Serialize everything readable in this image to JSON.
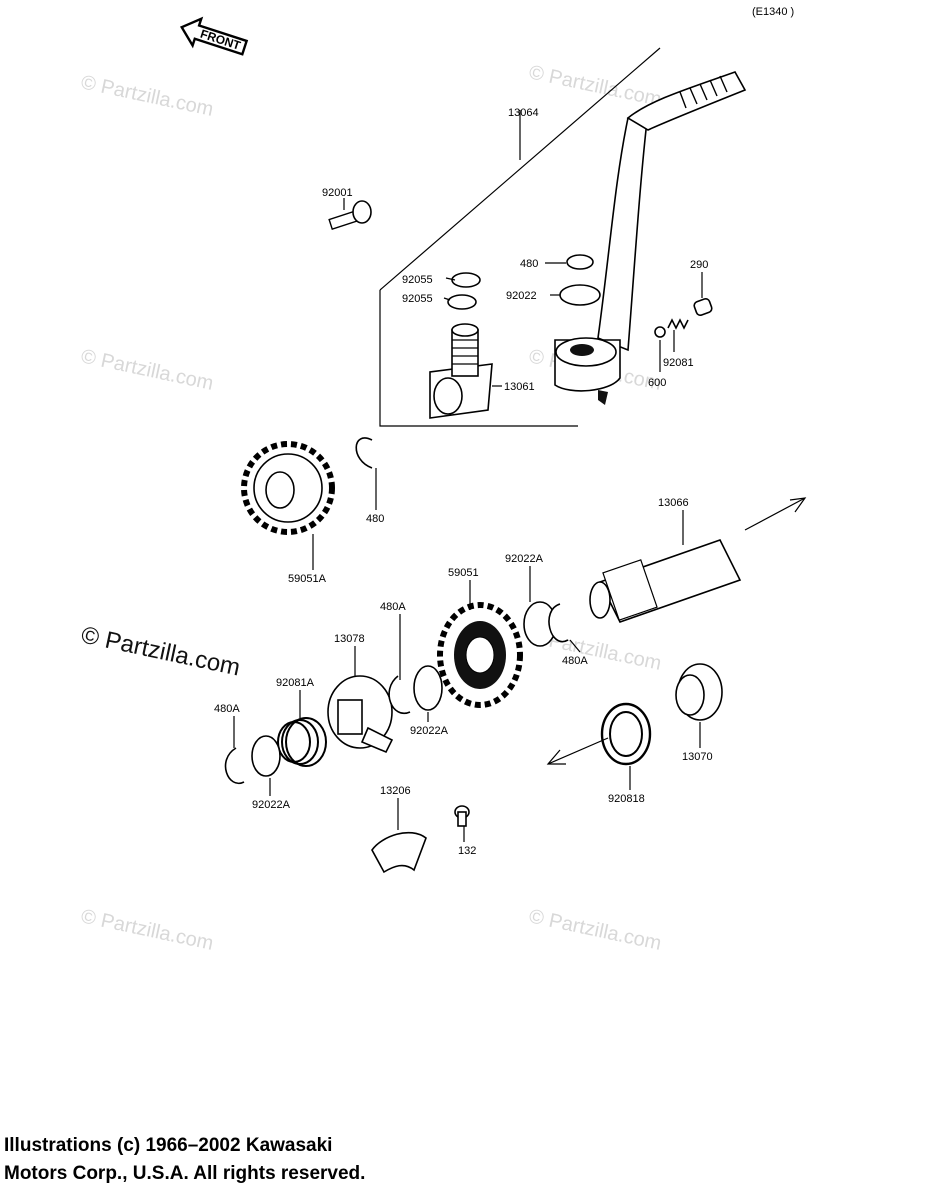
{
  "diagram": {
    "ref_code": "(E1340 )",
    "front_label": "FRONT",
    "watermark": "© Partzilla.com",
    "parts": {
      "p13064": "13064",
      "p92001": "92001",
      "p92055a": "92055",
      "p92055b": "92055",
      "p480top": "480",
      "p92022": "92022",
      "p290": "290",
      "p92081": "92081",
      "p600": "600",
      "p13061": "13061",
      "p480": "480",
      "p59051A": "59051A",
      "p13066": "13066",
      "p92022A_top": "92022A",
      "p59051": "59051",
      "p480A_top": "480A",
      "p480A_right": "480A",
      "p13078": "13078",
      "p92081A": "92081A",
      "p480A_left": "480A",
      "p92022A_mid": "92022A",
      "p92022A_left": "92022A",
      "p13070": "13070",
      "p920818": "920818",
      "p13206": "13206",
      "p132": "132"
    }
  },
  "footer": {
    "copyright": "Illustrations (c) 1966–2002 Kawasaki\nMotors Corp., U.S.A.  All rights reserved."
  }
}
